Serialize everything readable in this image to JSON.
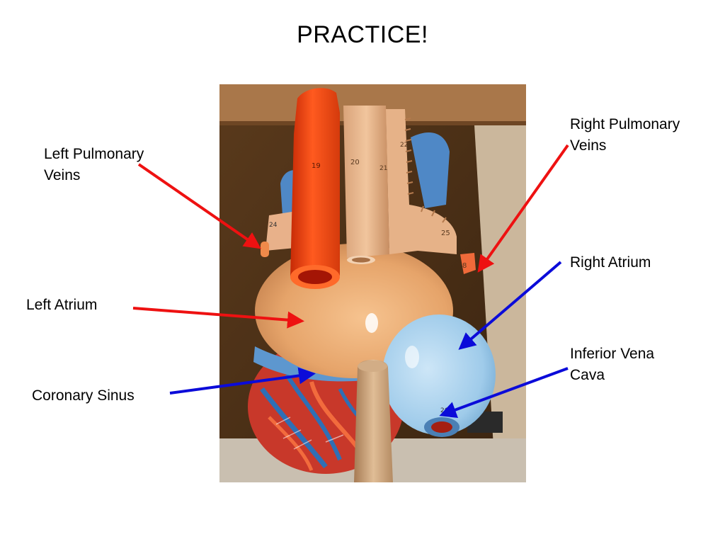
{
  "slide": {
    "title": "PRACTICE!"
  },
  "labels": {
    "left_pulmonary_veins_1": "Left Pulmonary",
    "left_pulmonary_veins_2": "Veins",
    "left_atrium": "Left Atrium",
    "coronary_sinus": "Coronary Sinus",
    "right_pulmonary_veins_1": "Right Pulmonary",
    "right_pulmonary_veins_2": "Veins",
    "right_atrium": "Right Atrium",
    "inferior_vena_cava_1": "Inferior Vena",
    "inferior_vena_cava_2": "Cava"
  },
  "model_numbers": {
    "n19": "19",
    "n20": "20",
    "n21": "21",
    "n22": "22",
    "n24": "24",
    "n25": "25",
    "n8": "8",
    "n26": "26"
  },
  "colors": {
    "red_arrow": "#ee1111",
    "blue_arrow": "#0b0bd9"
  }
}
